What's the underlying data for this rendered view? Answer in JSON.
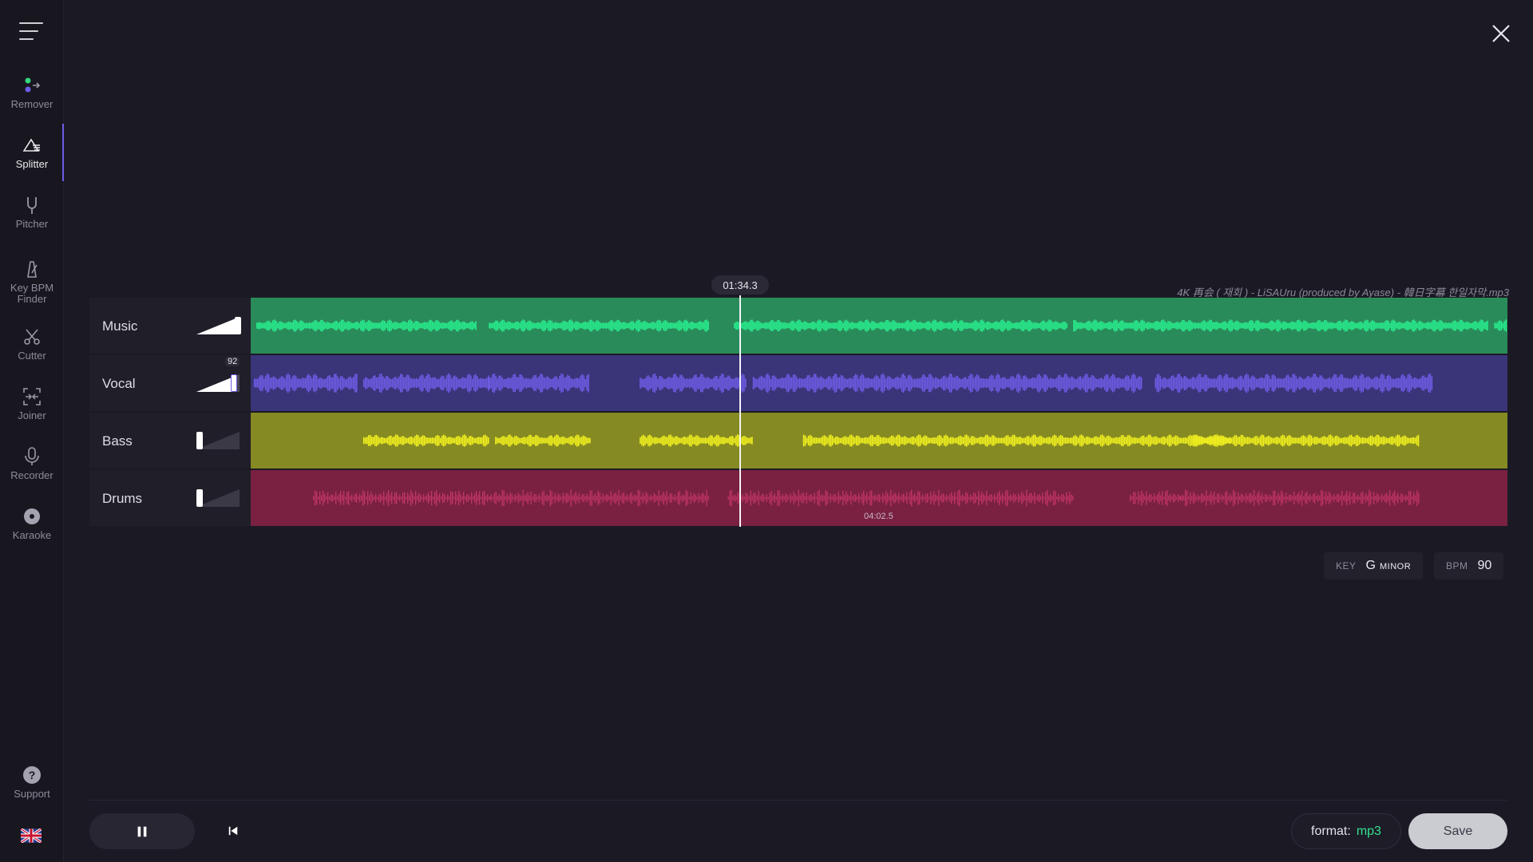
{
  "sidebar": {
    "items": [
      {
        "label": "Remover",
        "icon": "remover-icon"
      },
      {
        "label": "Splitter",
        "icon": "splitter-icon",
        "active": true
      },
      {
        "label": "Pitcher",
        "icon": "tuning-fork-icon"
      },
      {
        "label": "Key BPM Finder",
        "icon": "metronome-icon"
      },
      {
        "label": "Cutter",
        "icon": "scissors-icon"
      },
      {
        "label": "Joiner",
        "icon": "joiner-icon"
      },
      {
        "label": "Recorder",
        "icon": "microphone-icon"
      },
      {
        "label": "Karaoke",
        "icon": "karaoke-disc-icon"
      }
    ],
    "support": "Support",
    "language_icon": "uk-flag-icon"
  },
  "player": {
    "current_time": "01:34.3",
    "file_name": "4K 再会 ( 재회 ) - LiSAUru (produced by Ayase) - 韓日字幕 한일자막.mp3",
    "drums_time": "04:02.5",
    "playhead_fraction": 0.389
  },
  "tracks": [
    {
      "name": "Music",
      "volume": 100,
      "color": "#2a8b5a",
      "wave": "#27f08f"
    },
    {
      "name": "Vocal",
      "volume": 92,
      "volume_label": "92",
      "color": "#3a3479",
      "wave": "#6f5ce6"
    },
    {
      "name": "Bass",
      "volume": 0,
      "color": "#868a22",
      "wave": "#f3f21f"
    },
    {
      "name": "Drums",
      "volume": 0,
      "color": "#7a2142",
      "wave": "#d83b72"
    }
  ],
  "analysis": {
    "key_label": "KEY",
    "key_note": "G",
    "key_mode": "MINOR",
    "bpm_label": "BPM",
    "bpm_value": "90"
  },
  "footer": {
    "format_label": "format:",
    "format_value": "mp3",
    "save_label": "Save"
  }
}
